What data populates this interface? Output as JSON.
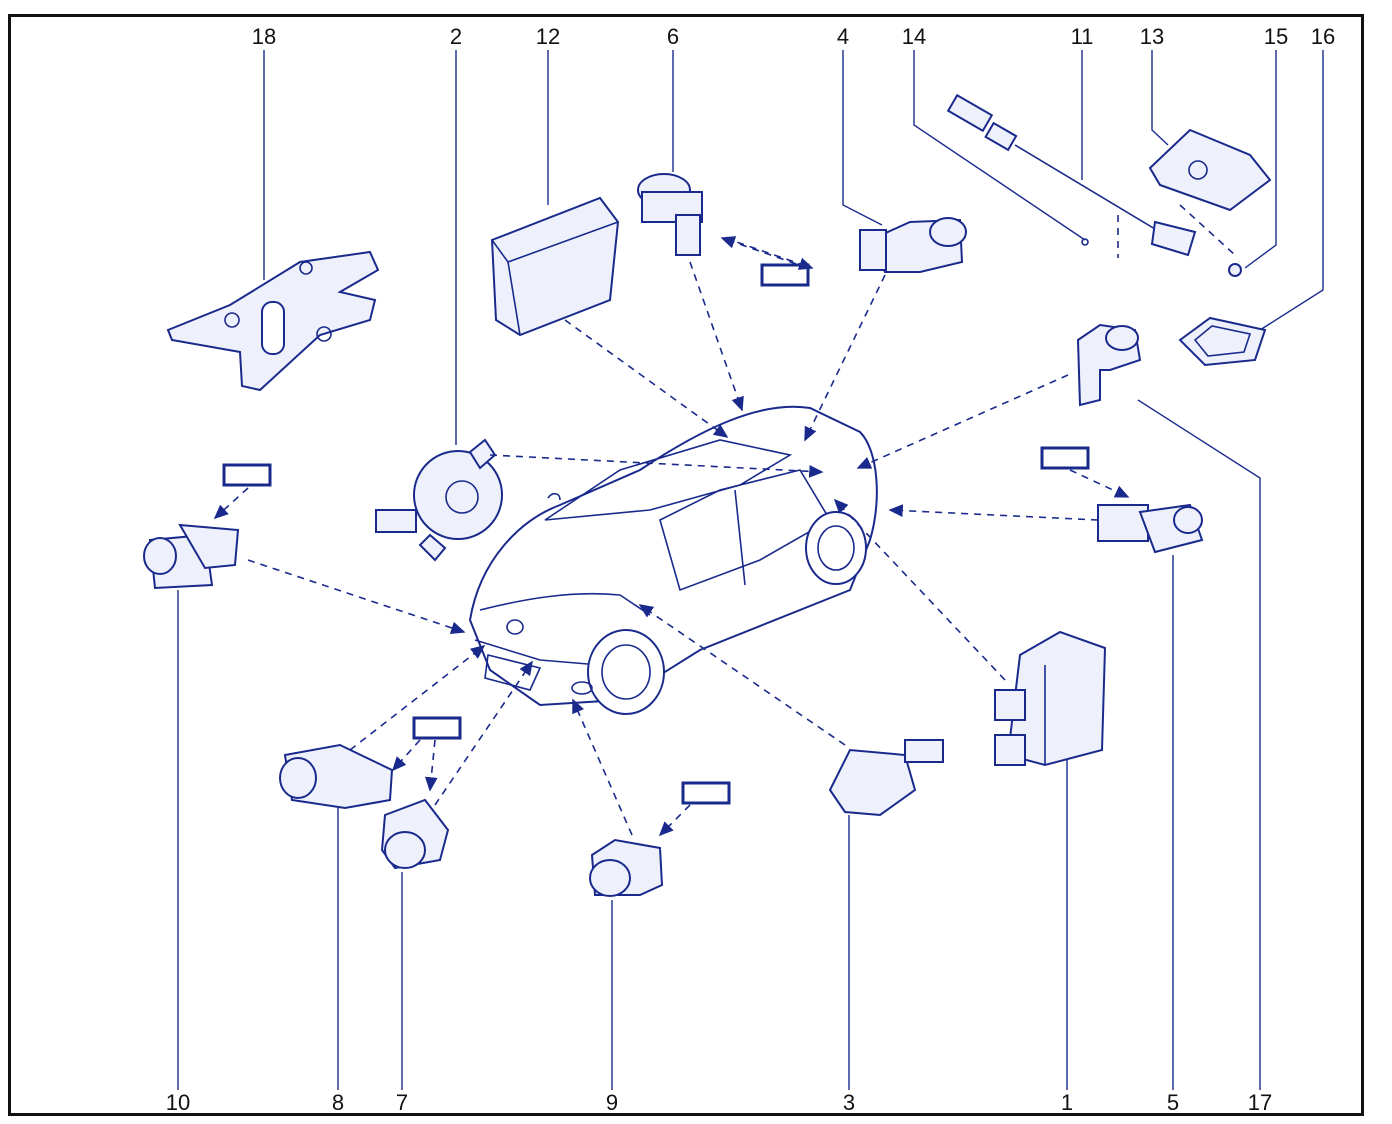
{
  "diagram": {
    "labels_top": [
      "18",
      "2",
      "12",
      "6",
      "4",
      "14",
      "11",
      "13",
      "15",
      "16"
    ],
    "labels_bottom": [
      "10",
      "8",
      "7",
      "9",
      "3",
      "1",
      "5",
      "17"
    ]
  },
  "colors": {
    "line": "#1a2a8c",
    "fill": "#eef1fb",
    "frame": "#111111"
  }
}
